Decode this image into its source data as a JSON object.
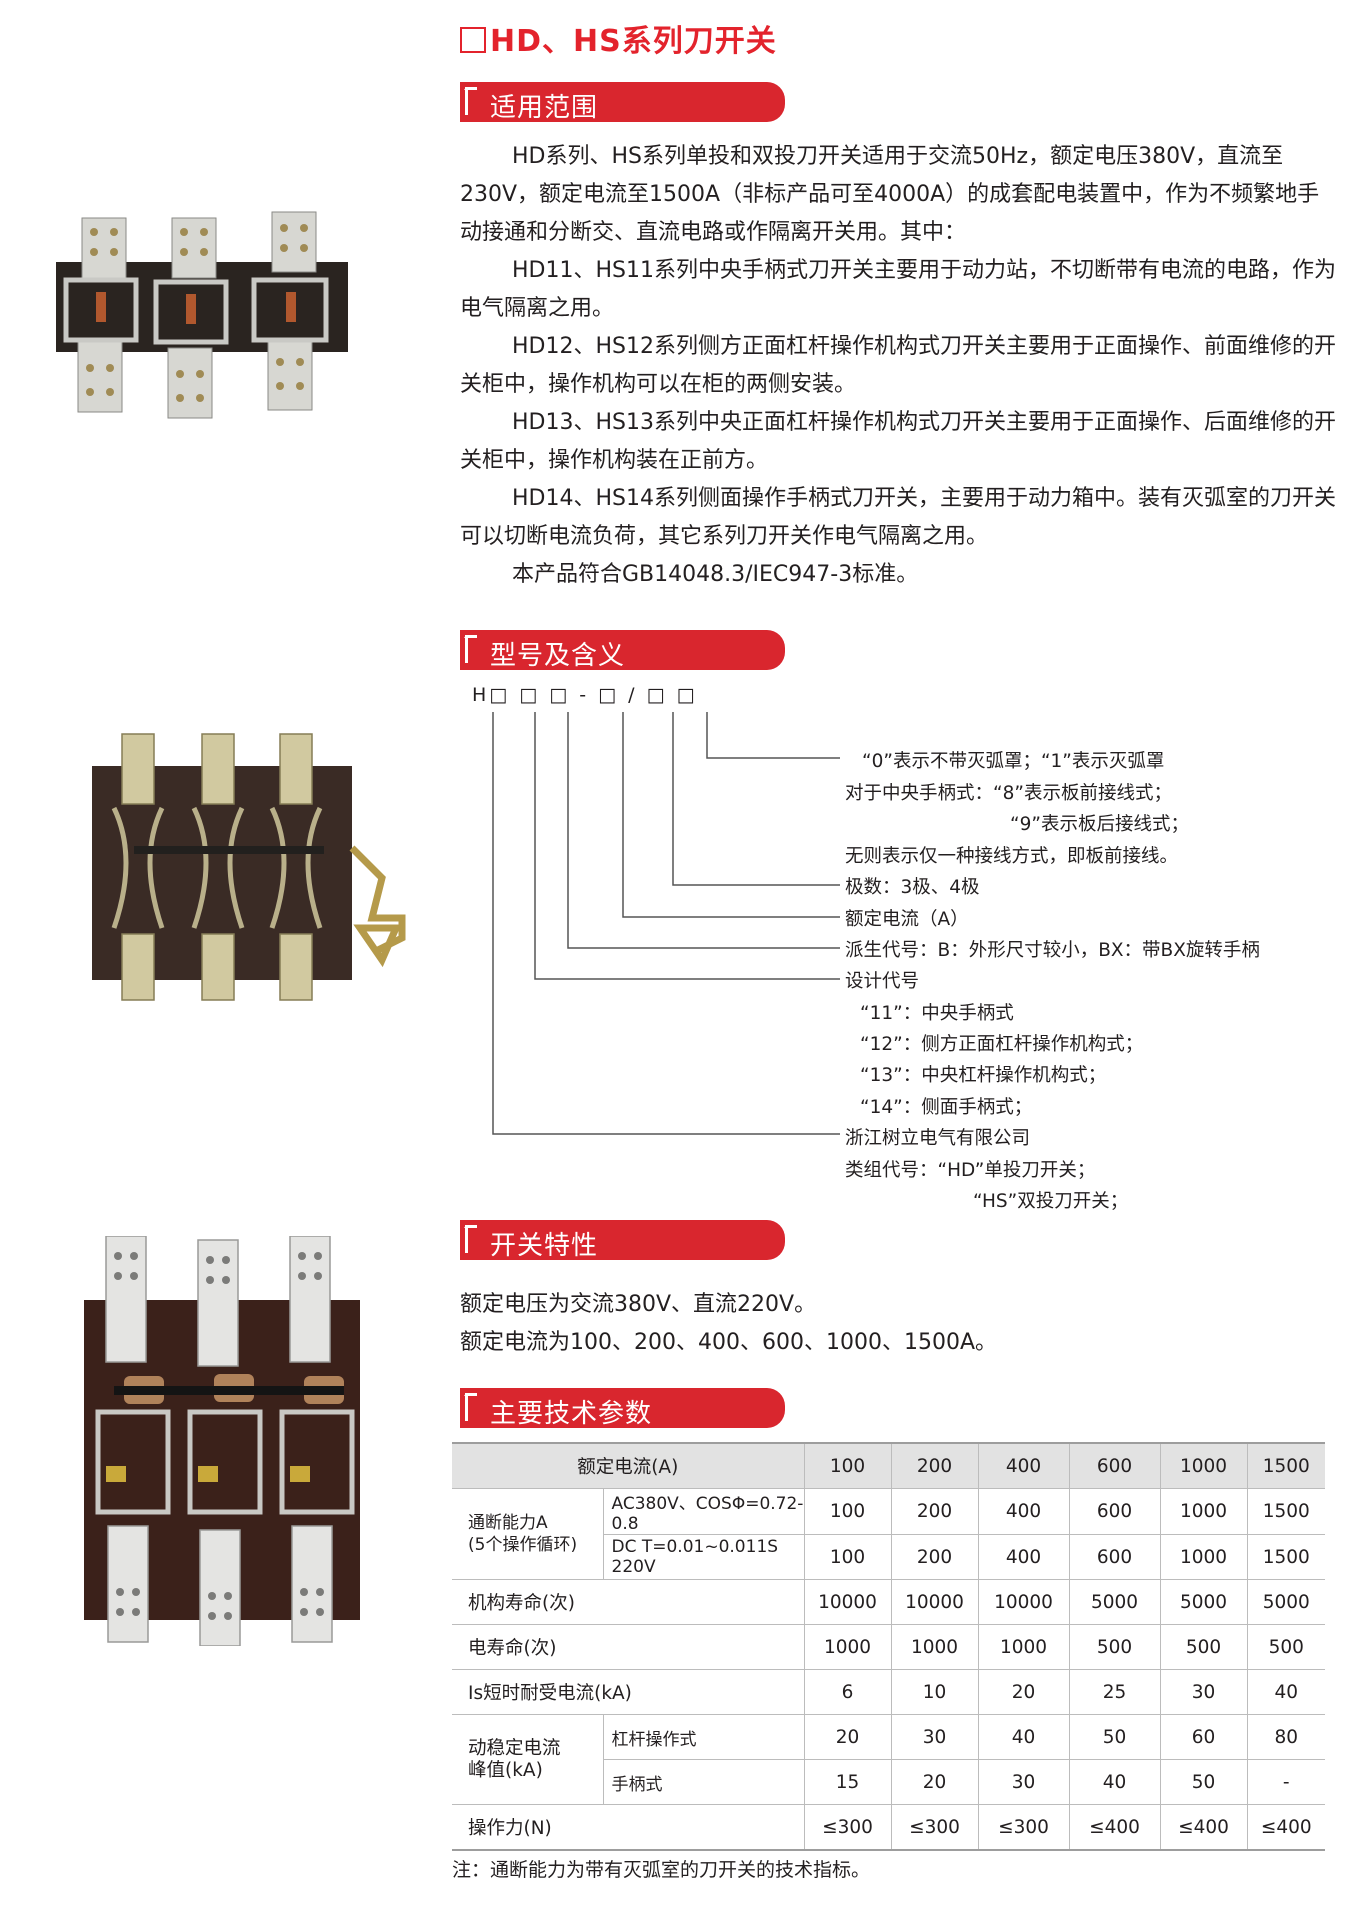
{
  "title": "HD、HS系列刀开关",
  "sections": {
    "applicable": "适用范围",
    "model": "型号及含义",
    "features": "开关特性",
    "params": "主要技术参数"
  },
  "applicable_text": [
    "HD系列、HS系列单投和双投刀开关适用于交流50Hz，额定电压380V，直流至230V，额定电流至1500A（非标产品可至4000A）的成套配电装置中，作为不频繁地手动接通和分断交、直流电路或作隔离开关用。其中：",
    "HD11、HS11系列中央手柄式刀开关主要用于动力站，不切断带有电流的电路，作为电气隔离之用。",
    "HD12、HS12系列侧方正面杠杆操作机构式刀开关主要用于正面操作、前面维修的开关柜中，操作机构可以在柜的两侧安装。",
    "HD13、HS13系列中央正面杠杆操作机构式刀开关主要用于正面操作、后面维修的开关柜中，操作机构装在正前方。",
    "HD14、HS14系列侧面操作手柄式刀开关，主要用于动力箱中。装有灭弧室的刀开关可以切断电流负荷，其它系列刀开关作电气隔离之用。",
    "本产品符合GB14048.3/IEC947-3标准。"
  ],
  "model_code": "H□ □ □ - □ / □ □",
  "model_legend": [
    "“0”表示不带灭弧罩；“1”表示灭弧罩",
    "对于中央手柄式：“8”表示板前接线式；",
    "“9”表示板后接线式；",
    "无则表示仅一种接线方式，即板前接线。",
    "极数：3极、4极",
    "额定电流（A）",
    "派生代号：B：外形尺寸较小，BX：带BX旋转手柄",
    "设计代号",
    "“11”：中央手柄式",
    "“12”：侧方正面杠杆操作机构式；",
    "“13”：中央杠杆操作机构式；",
    "“14”：侧面手柄式；",
    "浙江树立电气有限公司",
    "类组代号：“HD”单投刀开关；",
    "“HS”双投刀开关；"
  ],
  "features_text": [
    "额定电压为交流380V、直流220V。",
    "额定电流为100、200、400、600、1000、1500A。"
  ],
  "table": {
    "header_label": "额定电流(A)",
    "currents": [
      "100",
      "200",
      "400",
      "600",
      "1000",
      "1500"
    ],
    "breaking_label": "通断能力A\n(5个操作循环)",
    "breaking_rows": [
      {
        "sub": "AC380V、COSΦ=0.72-0.8",
        "values": [
          "100",
          "200",
          "400",
          "600",
          "1000",
          "1500"
        ]
      },
      {
        "sub": "DC T=0.01~0.011S 220V",
        "values": [
          "100",
          "200",
          "400",
          "600",
          "1000",
          "1500"
        ]
      }
    ],
    "mech_life": {
      "label": "机构寿命(次)",
      "values": [
        "10000",
        "10000",
        "10000",
        "5000",
        "5000",
        "5000"
      ]
    },
    "elec_life": {
      "label": "电寿命(次)",
      "values": [
        "1000",
        "1000",
        "1000",
        "500",
        "500",
        "500"
      ]
    },
    "short_time": {
      "label": "Is短时耐受电流(kA)",
      "values": [
        "6",
        "10",
        "20",
        "25",
        "30",
        "40"
      ]
    },
    "dynamic_label": "动稳定电流\n峰值(kA)",
    "dynamic_rows": [
      {
        "sub": "杠杆操作式",
        "values": [
          "20",
          "30",
          "40",
          "50",
          "60",
          "80"
        ]
      },
      {
        "sub": "手柄式",
        "values": [
          "15",
          "20",
          "30",
          "40",
          "50",
          "-"
        ]
      }
    ],
    "force": {
      "label": "操作力(N)",
      "values": [
        "≤300",
        "≤300",
        "≤300",
        "≤400",
        "≤400",
        "≤400"
      ]
    }
  },
  "note": "注：通断能力为带有灭弧室的刀开关的技术指标。"
}
